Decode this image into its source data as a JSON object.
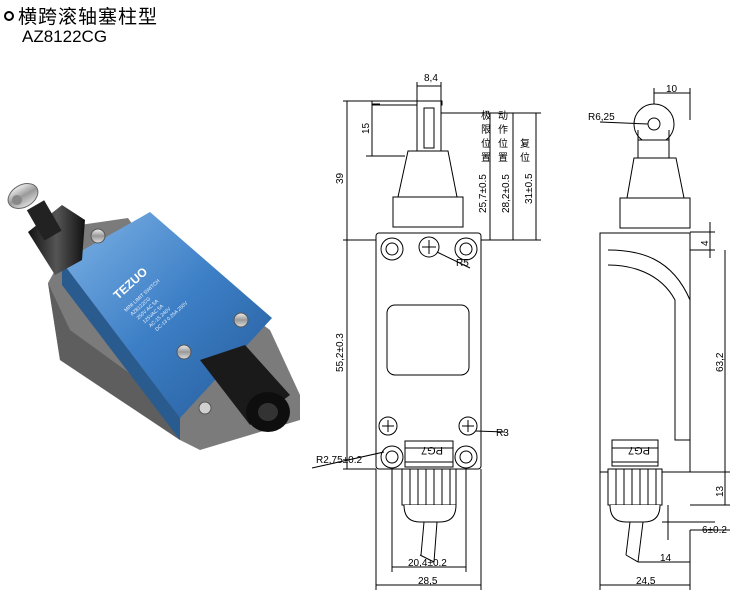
{
  "header": {
    "title": "横跨滚轴塞柱型",
    "model": "AZ8122CG"
  },
  "product_photo": {
    "brand": "TEZUO",
    "label_lines": [
      "MINI LIMIT SWITCH",
      "AZ8122CG",
      "250V AC 5A",
      "125VAC 5A",
      "AC-15 240V",
      "DC-13 0.25A 250V"
    ]
  },
  "front_view": {
    "dims": {
      "top_width": "8,4",
      "plunger_height": "15",
      "upper_height": "39",
      "body_height": "55,2±0.3",
      "hole_radius_top": "R5",
      "hole_radius_bottom": "R3",
      "corner_radius": "R2,75±0.2",
      "hole_spacing": "20,4±0.2",
      "total_width": "28,5",
      "pos_limit": "25,7±0.5",
      "pos_operating": "28,2±0.5",
      "pos_reset": "31±0.5"
    },
    "labels": {
      "limit_position": [
        "极",
        "限",
        "位",
        "置"
      ],
      "operating_position": [
        "动",
        "作",
        "位",
        "置"
      ],
      "reset_position": [
        "复",
        "位"
      ]
    },
    "gland_label": "PG7"
  },
  "side_view": {
    "dims": {
      "roller_offset": "10",
      "roller_radius": "R6,25",
      "top_step": "4",
      "body_height": "63,2",
      "gland_height": "13",
      "gland_offset": "6±0.2",
      "cable_offset": "14",
      "total_width": "24,5"
    },
    "gland_label": "PG7"
  }
}
